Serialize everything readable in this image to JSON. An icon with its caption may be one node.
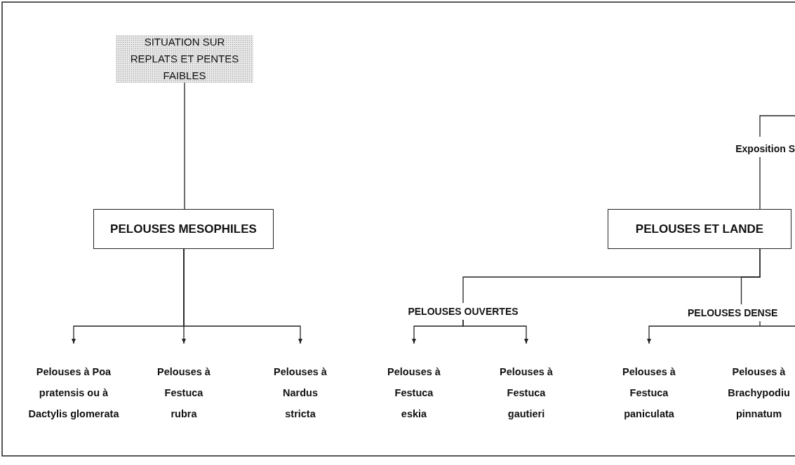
{
  "diagram": {
    "nodes": [
      {
        "text": [
          "SITUATION SUR REPLATS ET PENTES FAIBLES"
        ]
      },
      {
        "text": [
          "PELOUSES MESOPHILES"
        ]
      },
      {
        "text": [
          "Pelouses à Poa pratensis ou à Dactylis glomerata"
        ]
      },
      {
        "text": [
          "Pelouses à Festuca rubra"
        ]
      },
      {
        "text": [
          "Pelouses à Nardus stricta"
        ]
      },
      {
        "text": [
          "Exposition S"
        ]
      },
      {
        "text": [
          "PELOUSES ET LANDE"
        ]
      },
      {
        "text": [
          "PELOUSES OUVERTES"
        ]
      },
      {
        "text": [
          "PELOUSES DENSE"
        ]
      },
      {
        "text": [
          "Pelouses à Festuca eskia"
        ]
      },
      {
        "text": [
          "Pelouses à Festuca gautieri"
        ]
      },
      {
        "text": [
          "Pelouses à Festuca paniculata"
        ]
      },
      {
        "text": [
          "Pelouses à Brachypodiu pinnatum"
        ]
      }
    ],
    "edges": [
      {
        "from": 0,
        "to": 1,
        "arrow": "none"
      },
      {
        "from": 1,
        "to": 2,
        "arrow": "to"
      },
      {
        "from": 1,
        "to": 3,
        "arrow": "to"
      },
      {
        "from": 1,
        "to": 4,
        "arrow": "to"
      },
      {
        "from": null,
        "to": 5,
        "arrow": "none"
      },
      {
        "from": 5,
        "to": 6,
        "arrow": "none"
      },
      {
        "from": 6,
        "to": 7,
        "arrow": "none"
      },
      {
        "from": 6,
        "to": 8,
        "arrow": "none"
      },
      {
        "from": 7,
        "to": 9,
        "arrow": "to"
      },
      {
        "from": 7,
        "to": 10,
        "arrow": "to"
      },
      {
        "from": 8,
        "to": 11,
        "arrow": "to"
      }
    ]
  }
}
